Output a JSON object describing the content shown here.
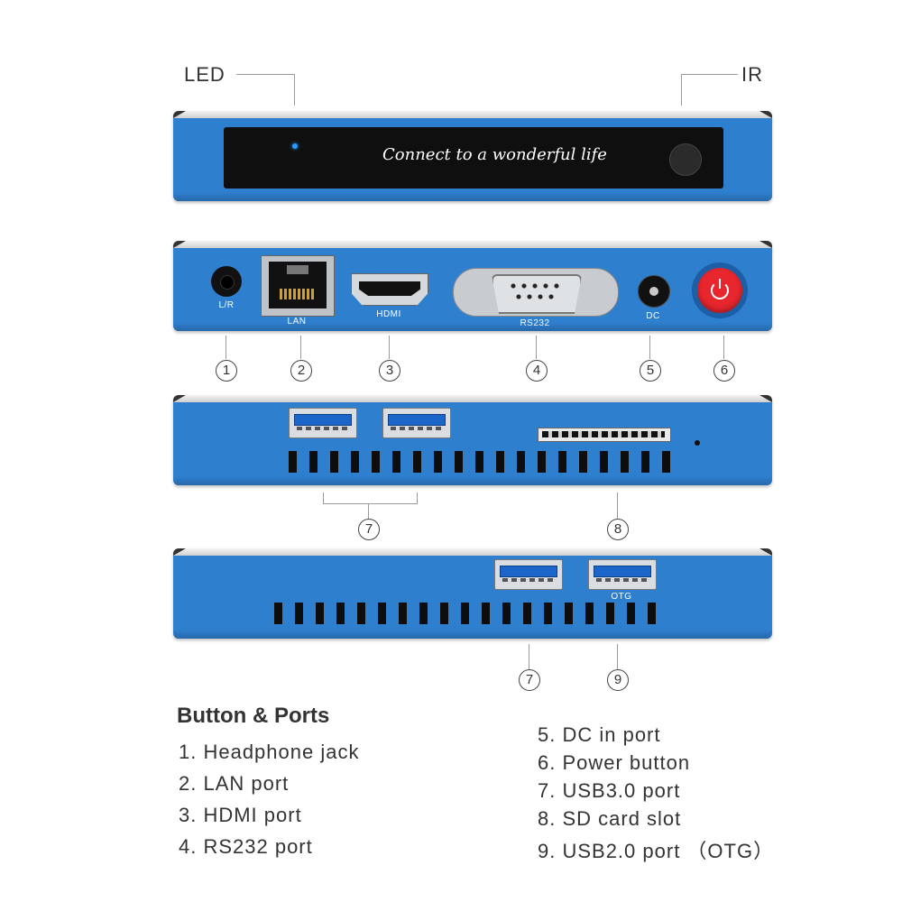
{
  "top_callouts": {
    "led": "LED",
    "ir": "IR"
  },
  "front_panel": {
    "tagline": "Connect to a wonderful life"
  },
  "rear_panel": {
    "ports": [
      {
        "label": "L/R",
        "number": "1"
      },
      {
        "label": "LAN",
        "number": "2"
      },
      {
        "label": "HDMI",
        "number": "3"
      },
      {
        "label": "RS232",
        "number": "4"
      },
      {
        "label": "DC",
        "number": "5"
      },
      {
        "label": "",
        "number": "6"
      }
    ]
  },
  "side_panel_1": {
    "callouts": [
      "7",
      "8"
    ]
  },
  "side_panel_2": {
    "otg_label": "OTG",
    "callouts": [
      "7",
      "9"
    ]
  },
  "legend": {
    "title": "Button & Ports",
    "left": [
      "1. Headphone jack",
      "2. LAN port",
      "3. HDMI port",
      "4. RS232 port"
    ],
    "right": [
      "5. DC in port",
      "6. Power button",
      "7. USB3.0 port",
      "8. SD card slot",
      "9. USB2.0 port （OTG）"
    ]
  },
  "colors": {
    "body_blue": "#2f7fcf",
    "power_red": "#e8262e",
    "screen_black": "#0f0f0f"
  }
}
